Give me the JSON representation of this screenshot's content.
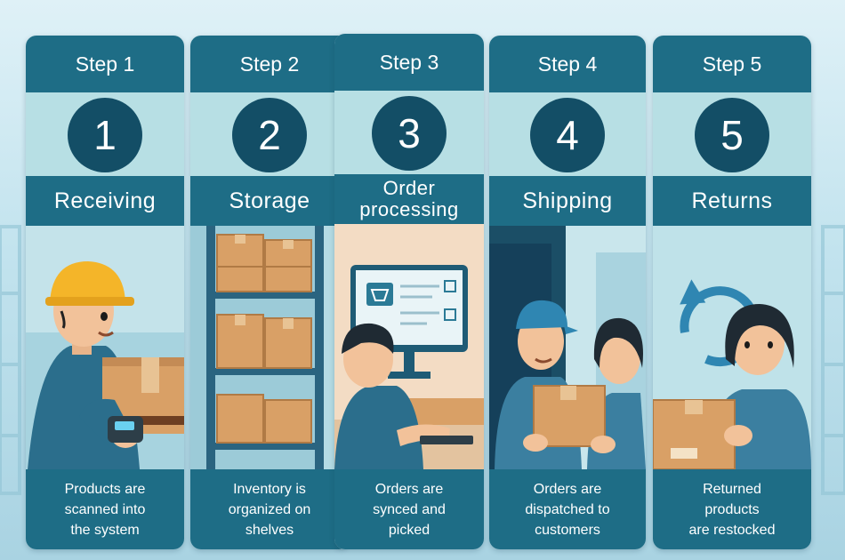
{
  "steps": [
    {
      "step_label": "Step 1",
      "number": "1",
      "title_lines": [
        "Receiving"
      ],
      "caption_lines": [
        "Products are",
        "scanned into",
        "the system"
      ],
      "illustration": "worker-scanning-box-icon"
    },
    {
      "step_label": "Step 2",
      "number": "2",
      "title_lines": [
        "Storage"
      ],
      "caption_lines": [
        "Inventory is",
        "organized on",
        "shelves"
      ],
      "illustration": "shelves-with-boxes-icon"
    },
    {
      "step_label": "Step 3",
      "number": "3",
      "title_lines": [
        "Order",
        "processing"
      ],
      "caption_lines": [
        "Orders are",
        "synced and",
        "picked"
      ],
      "illustration": "worker-at-computer-icon"
    },
    {
      "step_label": "Step 4",
      "number": "4",
      "title_lines": [
        "Shipping"
      ],
      "caption_lines": [
        "Orders are",
        "dispatched to",
        "customers"
      ],
      "illustration": "courier-handing-package-icon"
    },
    {
      "step_label": "Step 5",
      "number": "5",
      "title_lines": [
        "Returns"
      ],
      "caption_lines": [
        "Returned",
        "products",
        "are restocked"
      ],
      "illustration": "customer-returning-box-icon"
    }
  ],
  "colors": {
    "header": "#1e6d86",
    "number_circle": "#134e66",
    "panel": "#b7dfe4",
    "box": "#d9a066"
  }
}
